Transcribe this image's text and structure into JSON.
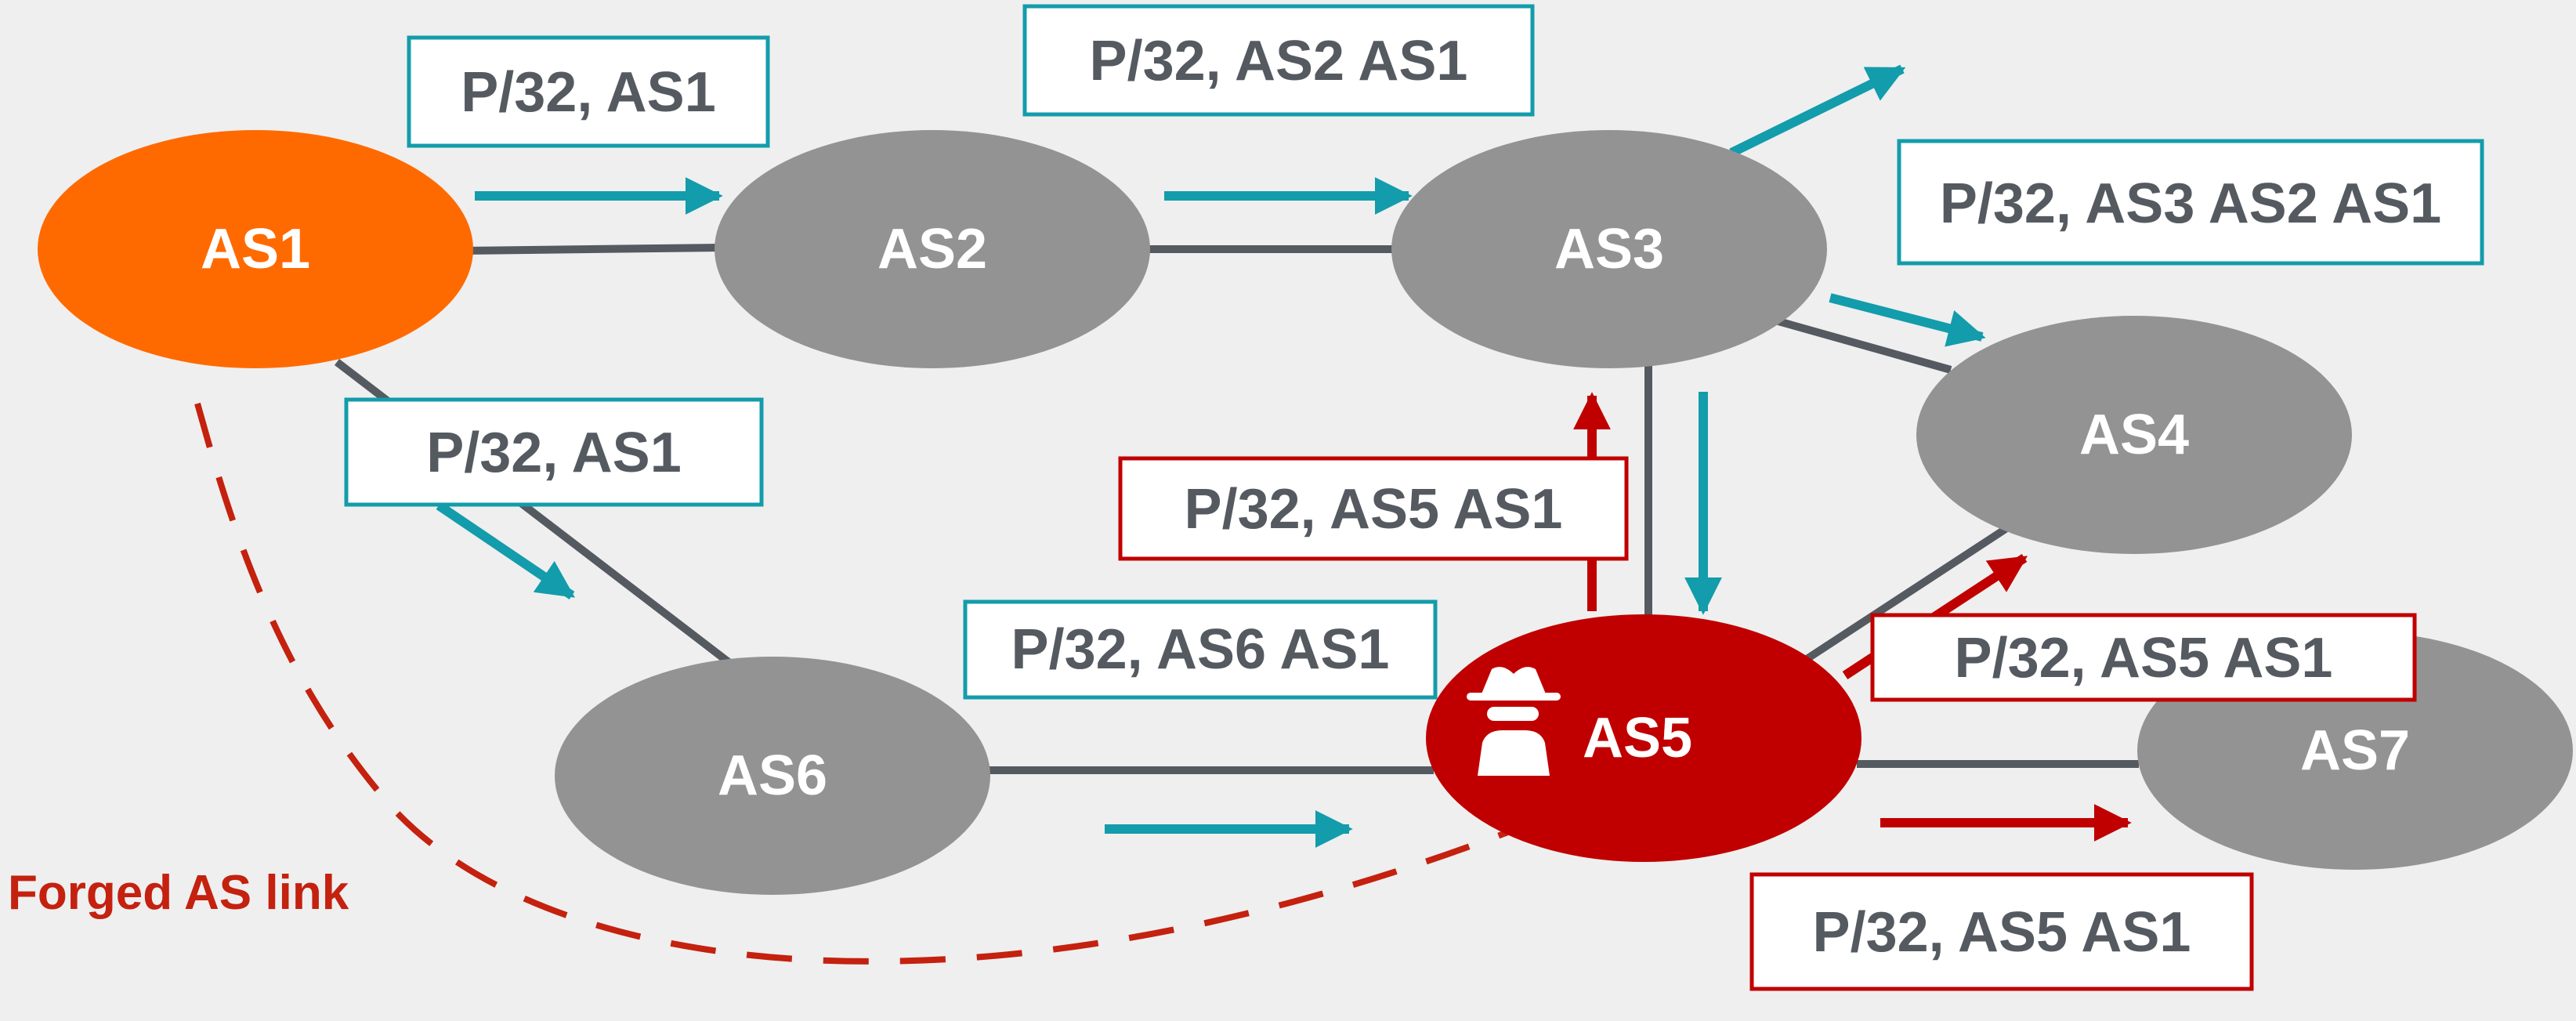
{
  "diagram": {
    "nodes": {
      "as1": "AS1",
      "as2": "AS2",
      "as3": "AS3",
      "as4": "AS4",
      "as5": "AS5",
      "as6": "AS6",
      "as7": "AS7"
    },
    "labels": {
      "as1_to_as2": "P/32, AS1",
      "as2_to_as3": "P/32, AS2 AS1",
      "as3_to_as4": "P/32, AS3 AS2 AS1",
      "as1_to_as6": "P/32, AS1",
      "as6_to_as5": "P/32, AS6 AS1",
      "as5_to_as3": "P/32, AS5 AS1",
      "as5_to_as4": "P/32, AS5 AS1",
      "as5_to_as7": "P/32, AS5 AS1"
    },
    "forged_link_label": "Forged AS link",
    "attacker_icon": "spy-icon"
  },
  "colors": {
    "background": "#efefef",
    "origin_node": "#ff6a00",
    "node": "#939393",
    "attacker_node": "#c00000",
    "link": "#555a61",
    "legit_announcement": "#139cab",
    "forged_announcement": "#c00000",
    "forged_link": "#c4210f"
  }
}
